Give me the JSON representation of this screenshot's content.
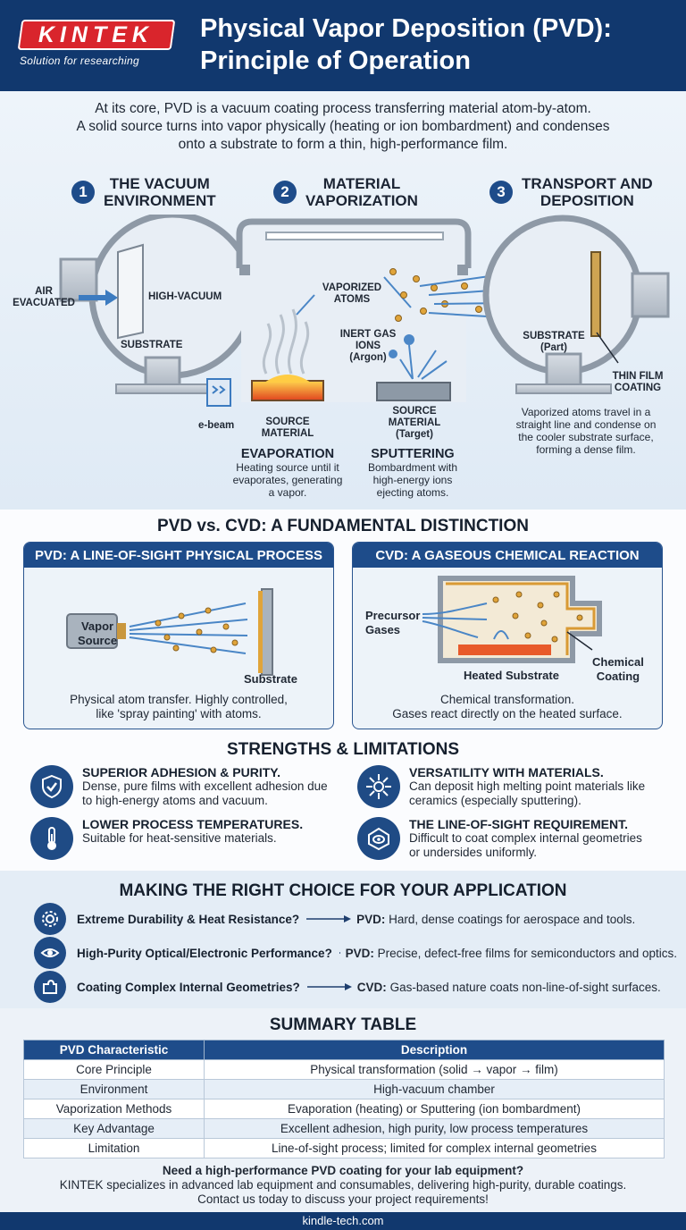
{
  "header": {
    "logo_text": "KINTEK",
    "logo_tagline": "Solution for researching",
    "title_line1": "Physical Vapor Deposition (PVD):",
    "title_line2": "Principle of Operation"
  },
  "intro": {
    "line1": "At its core, PVD is a vacuum coating process transferring material atom-by-atom.",
    "line2": "A solid source turns into vapor physically (heating or ion bombardment) and condenses",
    "line3": "onto a substrate to form a thin, high-performance film."
  },
  "steps": [
    {
      "num": "1",
      "title_line1": "THE VACUUM",
      "title_line2": "ENVIRONMENT"
    },
    {
      "num": "2",
      "title_line1": "MATERIAL",
      "title_line2": "VAPORIZATION"
    },
    {
      "num": "3",
      "title_line1": "TRANSPORT AND",
      "title_line2": "DEPOSITION"
    }
  ],
  "diagram": {
    "air_evacuated": [
      "AIR",
      "EVACUATED"
    ],
    "high_vacuum": "HIGH-VACUUM",
    "substrate": "SUBSTRATE",
    "vaporized_atoms": [
      "VAPORIZED",
      "ATOMS"
    ],
    "inert_gas": [
      "INERT GAS",
      "IONS",
      "(Argon)"
    ],
    "ebeam": "e-beam",
    "source_material": [
      "SOURCE",
      "MATERIAL"
    ],
    "source_material_target": [
      "SOURCE",
      "MATERIAL",
      "(Target)"
    ],
    "substrate_part": [
      "SUBSTRATE",
      "(Part)"
    ],
    "thin_film": [
      "THIN FILM",
      "COATING"
    ],
    "evaporation_title": "EVAPORATION",
    "evaporation_desc": [
      "Heating source until it",
      "evaporates, generating",
      "a vapor."
    ],
    "sputtering_title": "SPUTTERING",
    "sputtering_desc": [
      "Bombardment with",
      "high-energy ions",
      "ejecting atoms."
    ],
    "transport_desc": [
      "Vaporized atoms travel in a",
      "straight line and condense on",
      "the cooler substrate surface,",
      "forming a dense film."
    ]
  },
  "comparison": {
    "title": "PVD vs. CVD: A FUNDAMENTAL DISTINCTION",
    "pvd": {
      "head": "PVD: A LINE-OF-SIGHT PHYSICAL PROCESS",
      "vapor_source": [
        "Vapor",
        "Source"
      ],
      "substrate": "Substrate",
      "caption": [
        "Physical atom transfer. Highly controlled,",
        "like 'spray painting' with atoms."
      ]
    },
    "cvd": {
      "head": "CVD: A GASEOUS CHEMICAL REACTION",
      "precursor": [
        "Precursor",
        "Gases"
      ],
      "heated_substrate": "Heated Substrate",
      "chemical_coating": [
        "Chemical",
        "Coating"
      ],
      "caption": [
        "Chemical transformation.",
        "Gases react directly on the heated surface."
      ]
    }
  },
  "strengths": {
    "title": "STRENGTHS & LIMITATIONS",
    "items": [
      {
        "icon": "shield-check-icon",
        "head": "SUPERIOR ADHESION & PURITY.",
        "body": [
          "Dense, pure films with excellent adhesion due",
          "to high-energy atoms and vacuum."
        ]
      },
      {
        "icon": "atom-arrows-icon",
        "head": "VERSATILITY WITH MATERIALS.",
        "body": [
          "Can deposit high melting point materials like",
          "ceramics (especially sputtering)."
        ]
      },
      {
        "icon": "thermometer-icon",
        "head": "LOWER PROCESS TEMPERATURES.",
        "body": [
          "Suitable for heat-sensitive materials."
        ]
      },
      {
        "icon": "shape-eye-icon",
        "head": "THE LINE-OF-SIGHT REQUIREMENT.",
        "body": [
          "Difficult to coat complex internal geometries",
          "or undersides uniformly."
        ]
      }
    ]
  },
  "choice": {
    "title": "MAKING THE RIGHT CHOICE FOR YOUR APPLICATION",
    "items": [
      {
        "icon": "gear-icon",
        "question": "Extreme Durability & Heat Resistance?",
        "answer_key": "PVD:",
        "answer": "Hard, dense coatings for aerospace and tools."
      },
      {
        "icon": "eye-icon",
        "question": "High-Purity Optical/Electronic Performance?",
        "answer_key": "PVD:",
        "answer": "Precise, defect-free films for semiconductors and optics."
      },
      {
        "icon": "puzzle-icon",
        "question": "Coating Complex Internal Geometries?",
        "answer_key": "CVD:",
        "answer": "Gas-based nature coats non-line-of-sight surfaces."
      }
    ]
  },
  "summary": {
    "title": "SUMMARY TABLE",
    "headers": [
      "PVD Characteristic",
      "Description"
    ],
    "rows": [
      [
        "Core Principle",
        "Physical transformation (solid → vapor → film)"
      ],
      [
        "Environment",
        "High-vacuum chamber"
      ],
      [
        "Vaporization Methods",
        "Evaporation (heating) or Sputtering (ion bombardment)"
      ],
      [
        "Key Advantage",
        "Excellent adhesion, high purity, low process temperatures"
      ],
      [
        "Limitation",
        "Line-of-sight process; limited for complex internal geometries"
      ]
    ]
  },
  "cta": {
    "head": "Need a high-performance PVD coating for your lab equipment?",
    "line1": "KINTEK specializes in advanced lab equipment and consumables, delivering high-purity, durable coatings.",
    "line2": "Contact us today to discuss your project requirements!"
  },
  "footer": {
    "url": "kindle-tech.com"
  },
  "colors": {
    "navy": "#11386e",
    "brand_red": "#d9252c",
    "accent_blue": "#1e4c8a",
    "gold": "#e0a43a"
  }
}
